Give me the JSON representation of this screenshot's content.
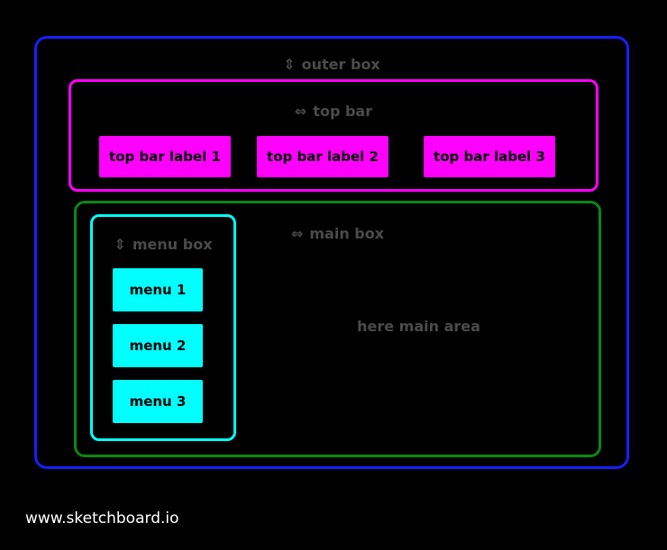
{
  "canvas": {
    "outer_box": {
      "icon": "⇕",
      "label": "outer box"
    },
    "top_bar": {
      "icon": "⇔",
      "label": "top bar",
      "items": [
        "top bar label 1",
        "top bar label 2",
        "top bar label 3"
      ]
    },
    "main_box": {
      "icon": "⇔",
      "label": "main box",
      "area_text": "here main area",
      "menu_box": {
        "icon": "⇕",
        "label": "menu box",
        "items": [
          "menu 1",
          "menu 2",
          "menu 3"
        ]
      }
    }
  },
  "footer": {
    "link": "www.sketchboard.io"
  },
  "colors": {
    "background": "#000000",
    "outer_border": "#1420ff",
    "topbar_border": "#ff00ff",
    "topbar_fill": "#ff00ff",
    "main_border": "#0c8612",
    "menu_border": "#00ffff",
    "menu_fill": "#00ffff",
    "label_text": "#4a4a4a",
    "shape_text": "#000000",
    "footer_text": "#ffffff"
  }
}
